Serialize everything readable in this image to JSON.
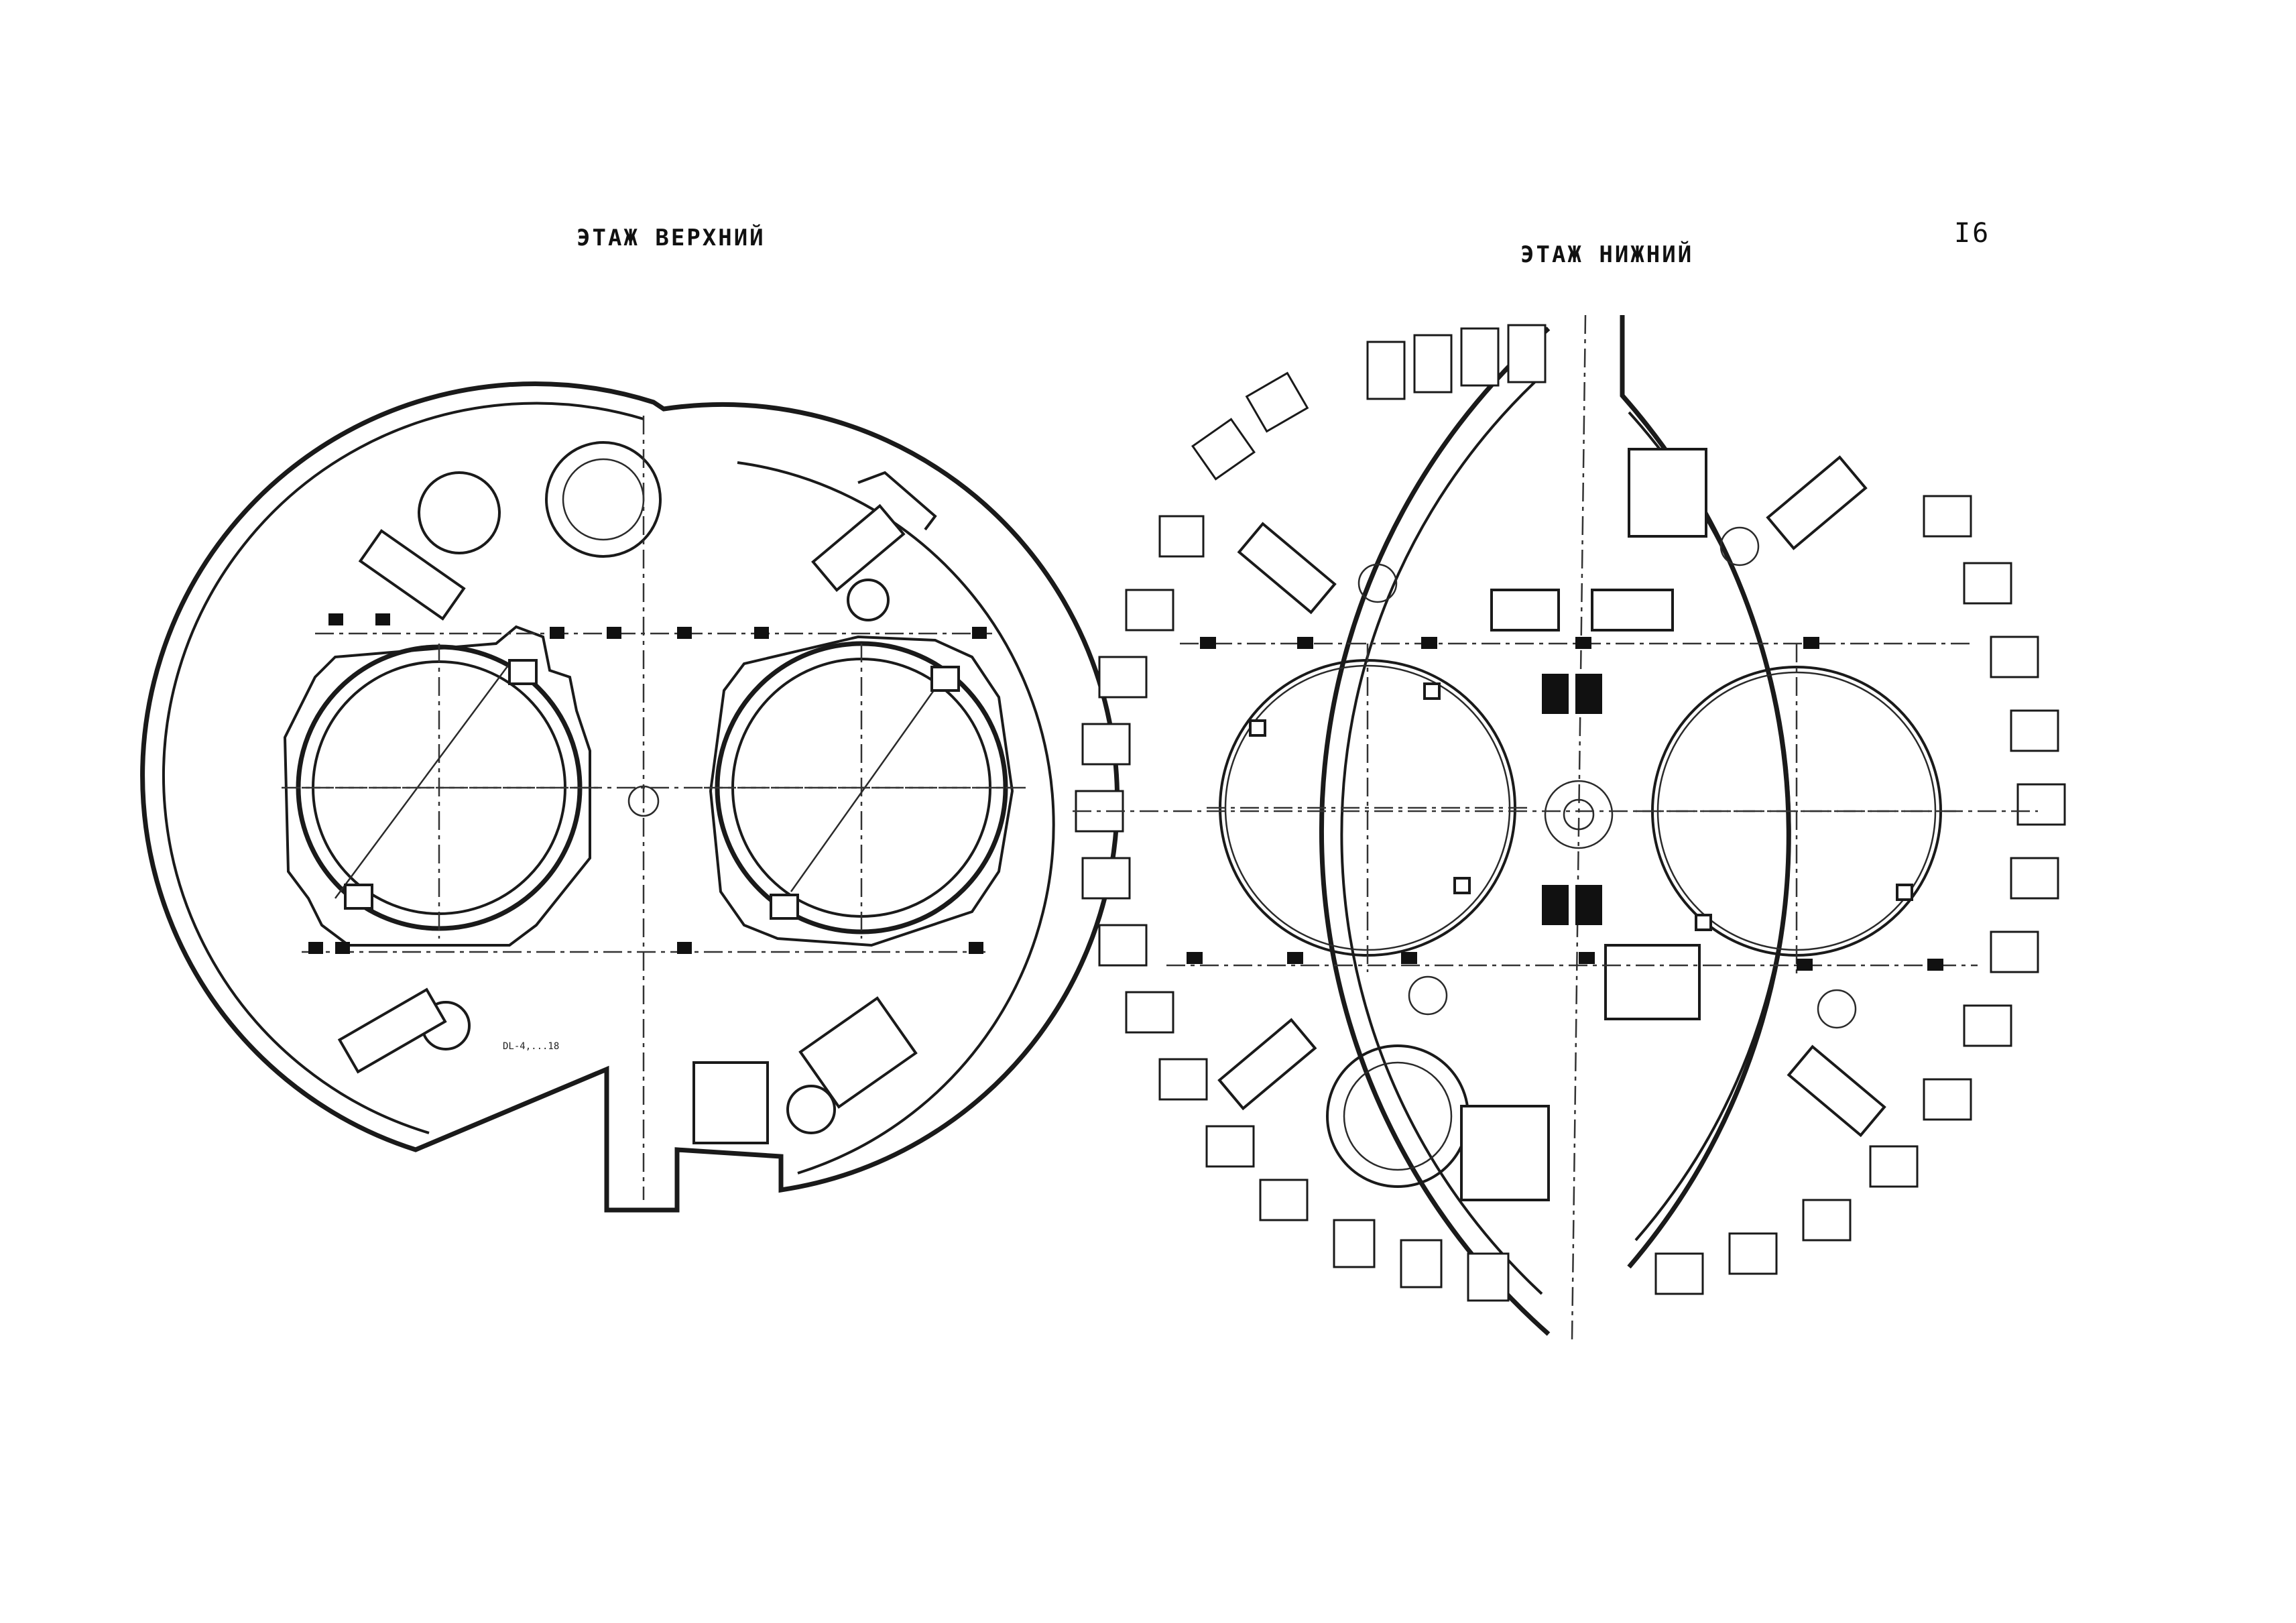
{
  "page": {
    "number": "I6"
  },
  "plans": [
    {
      "id": "upper",
      "title": "ЭТАЖ ВЕРХНИЙ",
      "dimension_note": "DL-4,...18"
    },
    {
      "id": "lower",
      "title": "ЭТАЖ НИЖНИЙ"
    }
  ],
  "colors": {
    "ink": "#1a1a1a",
    "paper": "#ffffff"
  }
}
